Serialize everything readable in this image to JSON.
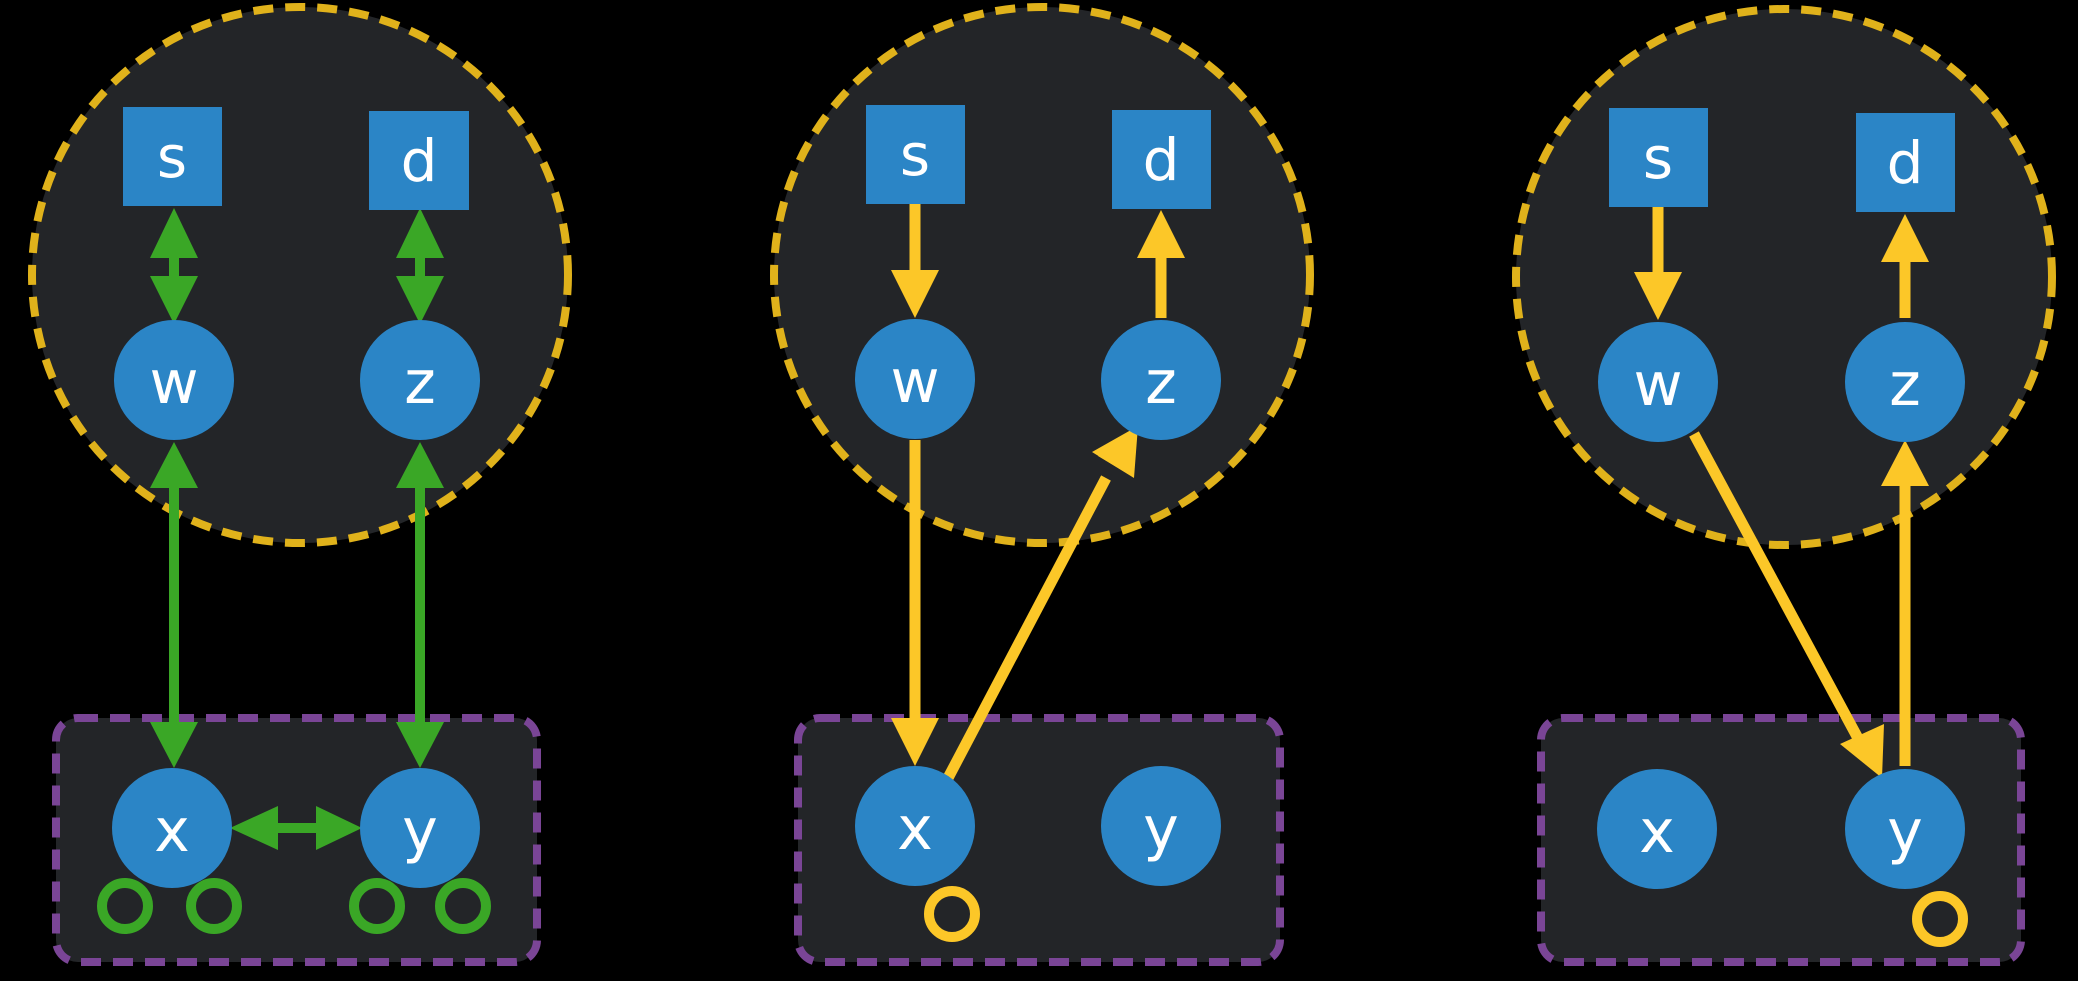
{
  "colors": {
    "background": "#000000",
    "panel": "#232528",
    "node": "#2b85c6",
    "green": "#3aa726",
    "yellow": "#fcc728",
    "cluster_border": "#e0b21b",
    "group_border": "#7a4596"
  },
  "panels": [
    {
      "id": "panel-1",
      "labels": {
        "s": "s",
        "d": "d",
        "w": "w",
        "z": "z",
        "x": "x",
        "y": "y"
      },
      "edge_color": "green",
      "edges": [
        {
          "from": "s",
          "to": "w",
          "bidirectional": true
        },
        {
          "from": "d",
          "to": "z",
          "bidirectional": true
        },
        {
          "from": "w",
          "to": "x",
          "bidirectional": true
        },
        {
          "from": "z",
          "to": "y",
          "bidirectional": true
        },
        {
          "from": "x",
          "to": "y",
          "bidirectional": true
        }
      ],
      "markers": {
        "color": "green",
        "count": 4
      }
    },
    {
      "id": "panel-2",
      "labels": {
        "s": "s",
        "d": "d",
        "w": "w",
        "z": "z",
        "x": "x",
        "y": "y"
      },
      "edge_color": "yellow",
      "edges": [
        {
          "from": "s",
          "to": "w",
          "bidirectional": false
        },
        {
          "from": "w",
          "to": "x",
          "bidirectional": false
        },
        {
          "from": "x",
          "to": "z",
          "bidirectional": false
        },
        {
          "from": "z",
          "to": "d",
          "bidirectional": false
        }
      ],
      "markers": {
        "color": "yellow",
        "count": 1
      }
    },
    {
      "id": "panel-3",
      "labels": {
        "s": "s",
        "d": "d",
        "w": "w",
        "z": "z",
        "x": "x",
        "y": "y"
      },
      "edge_color": "yellow",
      "edges": [
        {
          "from": "s",
          "to": "w",
          "bidirectional": false
        },
        {
          "from": "w",
          "to": "y",
          "bidirectional": false
        },
        {
          "from": "y",
          "to": "z",
          "bidirectional": false
        },
        {
          "from": "z",
          "to": "d",
          "bidirectional": false
        }
      ],
      "markers": {
        "color": "yellow",
        "count": 1
      }
    }
  ]
}
